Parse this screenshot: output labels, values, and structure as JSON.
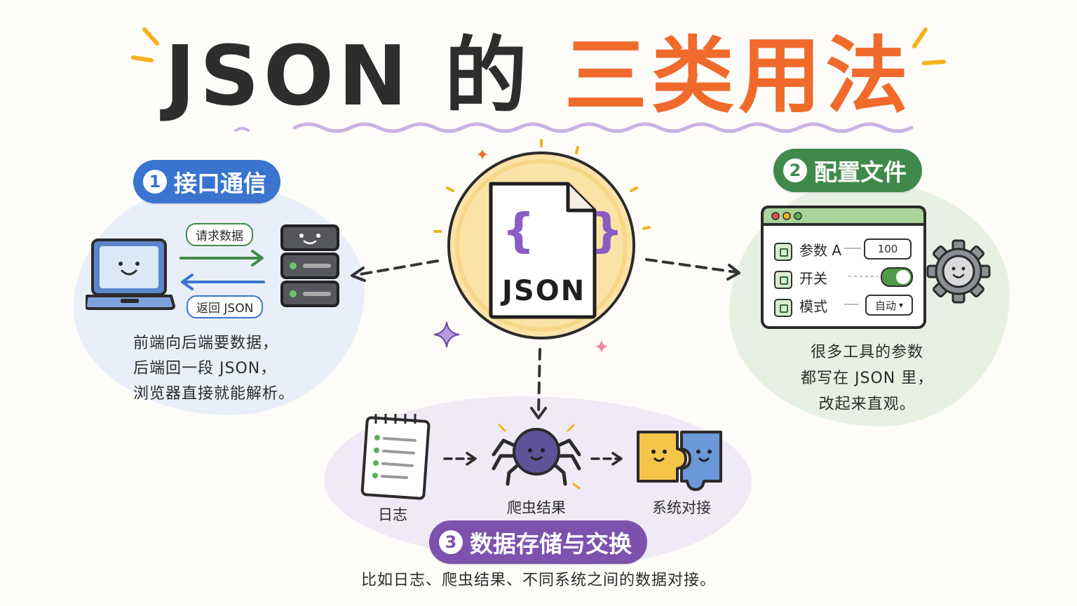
{
  "title": {
    "part1": "JSON 的 ",
    "part2": "三类用法"
  },
  "center": {
    "braces": "{ }",
    "label": "JSON"
  },
  "section1": {
    "number": "1",
    "label": "接口通信",
    "request_tag": "请求数据",
    "response_tag": "返回 JSON",
    "lines": [
      "前端向后端要数据，",
      "后端回一段 JSON，",
      "浏览器直接就能解析。"
    ]
  },
  "section2": {
    "number": "2",
    "label": "配置文件",
    "rows": [
      {
        "label": "参数 A",
        "value": "100"
      },
      {
        "label": "开关"
      },
      {
        "label": "模式",
        "value": "自动"
      }
    ],
    "lines": [
      "很多工具的参数",
      "都写在 JSON 里，",
      "改起来直观。"
    ]
  },
  "section3": {
    "number": "3",
    "label": "数据存储与交换",
    "steps": [
      "日志",
      "爬虫结果",
      "系统对接"
    ],
    "note": "比如日志、爬虫结果、不同系统之间的数据对接。"
  },
  "colors": {
    "orange": "#ef6a2b",
    "blue": "#3a74cf",
    "green": "#3f8a4a",
    "purple": "#7d52ad",
    "center_fill": "#fbe3a8"
  }
}
